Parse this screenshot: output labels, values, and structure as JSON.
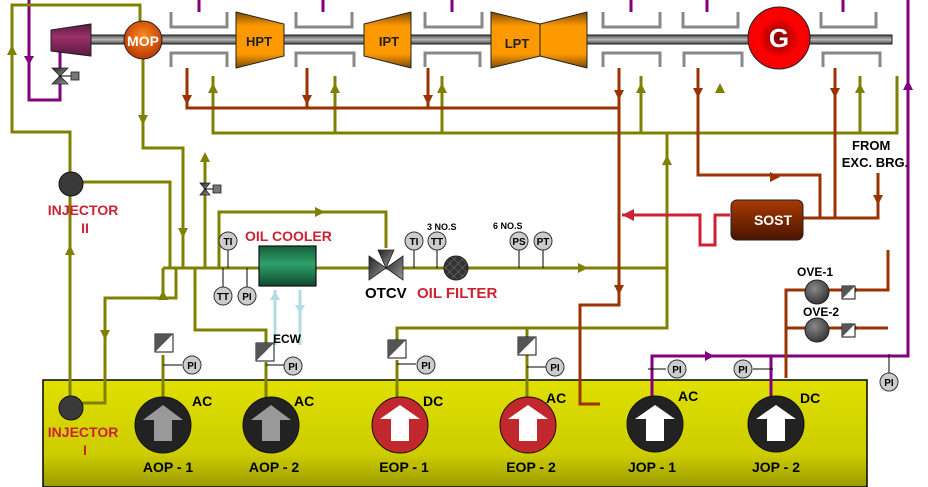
{
  "title": "Turbine Lube Oil System",
  "colors": {
    "supply_oil": "#808000",
    "drain_oil": "#993300",
    "jacking_oil": "#800080",
    "vapour_extraction": "#cc2233",
    "cooling_water": "#b0dde4",
    "tank": "#dddd00",
    "turbine": "#ff9900",
    "generator": "#ee0000",
    "mop": "#e05000",
    "aop_pump": "#222222",
    "eop_pump": "#c0282e",
    "jop_pump": "#222222",
    "label_red": "#cc2233"
  },
  "shaft": {
    "turbine_drive_icon": "turbine-drive-icon",
    "mop_label": "MOP",
    "hpt_label": "HPT",
    "ipt_label": "IPT",
    "lpt_label": "LPT",
    "generator_label": "G"
  },
  "labels": {
    "injector_2": [
      "INJECTOR",
      "II"
    ],
    "injector_1": [
      "INJECTOR",
      "I"
    ],
    "oil_cooler": "OIL COOLER",
    "otcv": "OTCV",
    "oil_filter": "OIL FILTER",
    "ecw": "ECW",
    "filter_count": "3 NO.S",
    "ps_count": "6 NO.S",
    "sost": "SOST",
    "from_exc_brg": [
      "FROM",
      "EXC. BRG."
    ],
    "ove_1": "OVE-1",
    "ove_2": "OVE-2"
  },
  "instruments": {
    "cooler_ti": "TI",
    "cooler_tt": "TT",
    "cooler_pi": "PI",
    "filter_ti": "TI",
    "filter_tt": "TT",
    "header_ps": "PS",
    "header_pt": "PT",
    "aop1_pi": "PI",
    "aop2_pi": "PI",
    "eop1_pi": "PI",
    "eop2_pi": "PI",
    "jop1_pi": "PI",
    "jop2_pi": "PI",
    "jop_header_pi": "PI"
  },
  "pumps": [
    {
      "name": "AOP - 1",
      "power": "AC",
      "type": "aop"
    },
    {
      "name": "AOP - 2",
      "power": "AC",
      "type": "aop"
    },
    {
      "name": "EOP - 1",
      "power": "DC",
      "type": "eop"
    },
    {
      "name": "EOP - 2",
      "power": "AC",
      "type": "eop"
    },
    {
      "name": "JOP - 1",
      "power": "AC",
      "type": "jop"
    },
    {
      "name": "JOP - 2",
      "power": "DC",
      "type": "jop"
    }
  ]
}
